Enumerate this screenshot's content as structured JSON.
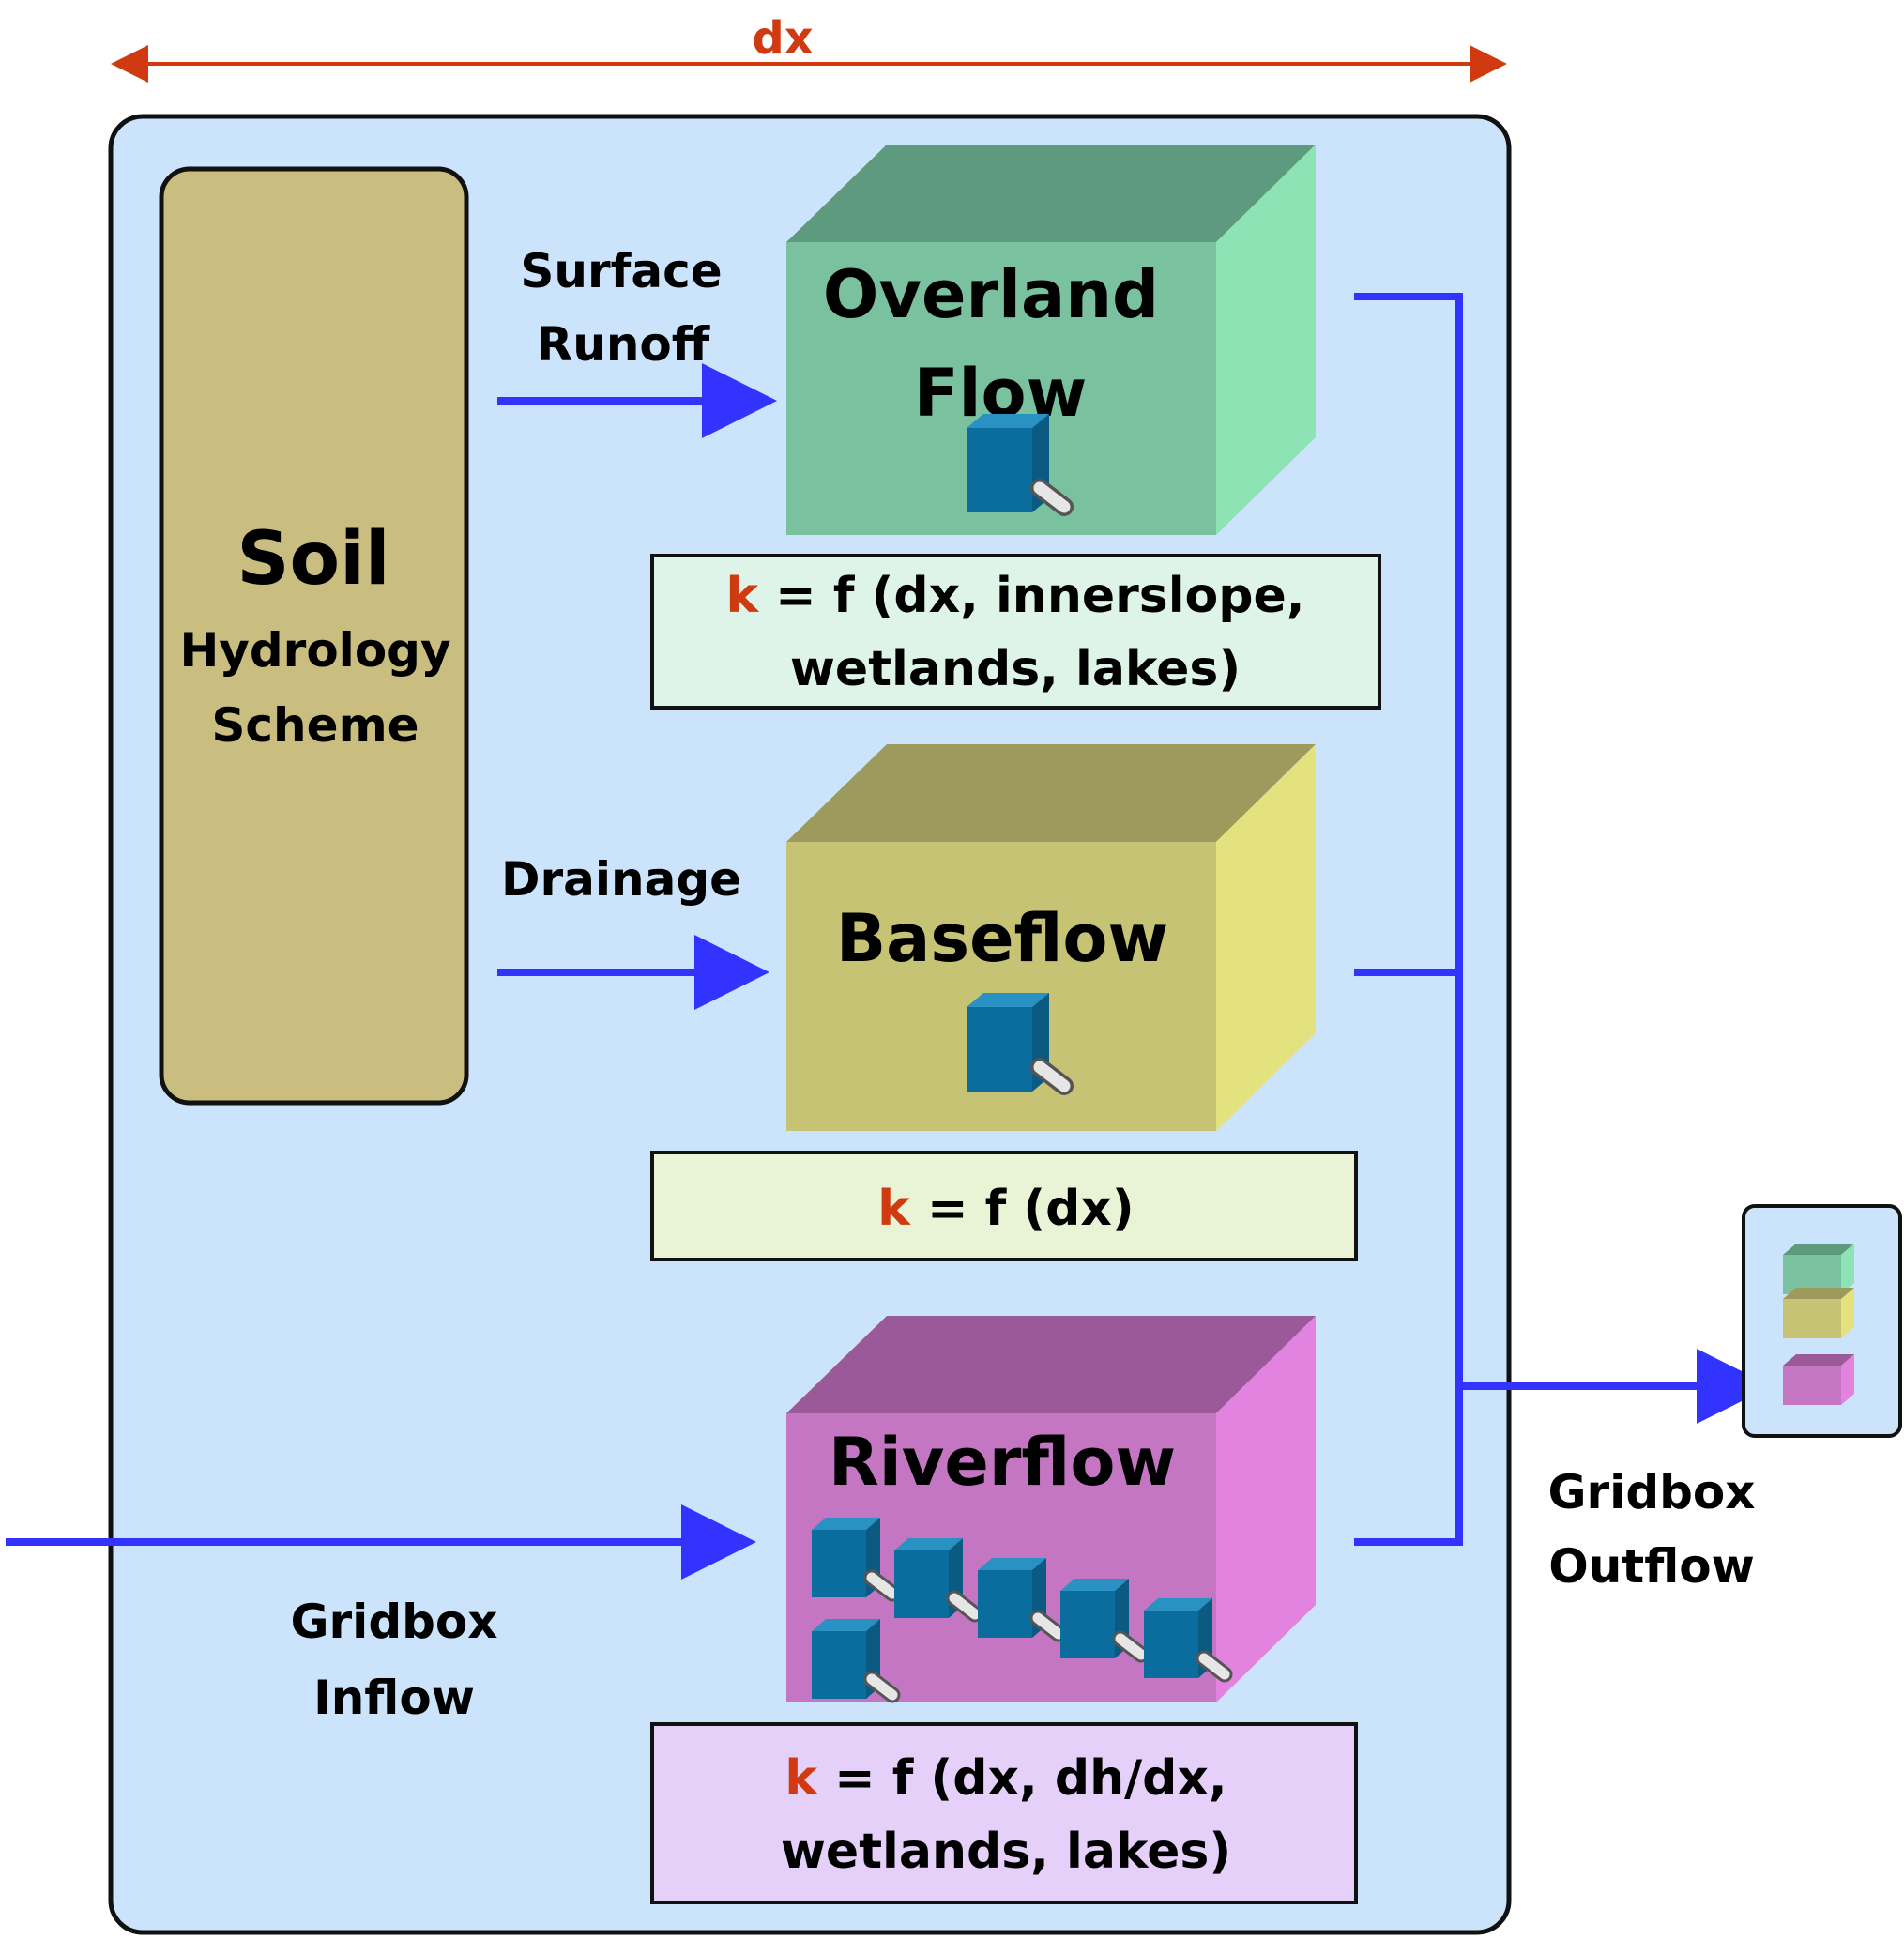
{
  "dx_label": "dx",
  "soil": {
    "title": "Soil",
    "line1": "Hydrology",
    "line2": "Scheme"
  },
  "surface_runoff": {
    "line1": "Surface",
    "line2": "Runoff"
  },
  "drainage": "Drainage",
  "gridbox_inflow": {
    "line1": "Gridbox",
    "line2": "Inflow"
  },
  "gridbox_outflow": {
    "line1": "Gridbox",
    "line2": "Outflow"
  },
  "overland": {
    "line1": "Overland",
    "line2": "Flow",
    "k": "k",
    "formula1": " = f (dx, innerslope,",
    "formula2": "wetlands, lakes)"
  },
  "baseflow": {
    "line1": "Baseflow",
    "k": "k",
    "formula1": " = f (dx)"
  },
  "riverflow": {
    "line1": "Riverflow",
    "k": "k",
    "formula1": " = f (dx, dh/dx,",
    "formula2": "wetlands, lakes)"
  },
  "colors": {
    "gridbox_bg": "#cce4fb",
    "soil": "#c9bd80",
    "overland_front": "#7ac29f",
    "overland_top": "#5e9a7e",
    "overland_side": "#8ee3b4",
    "baseflow_front": "#c6c474",
    "baseflow_top": "#9c9a5c",
    "baseflow_side": "#e4e27e",
    "riverflow_front": "#c576c3",
    "riverflow_top": "#9a5a99",
    "riverflow_side": "#e283e0",
    "arrow": "#3333ff",
    "dx": "#d03a10",
    "k": "#d03a10"
  }
}
